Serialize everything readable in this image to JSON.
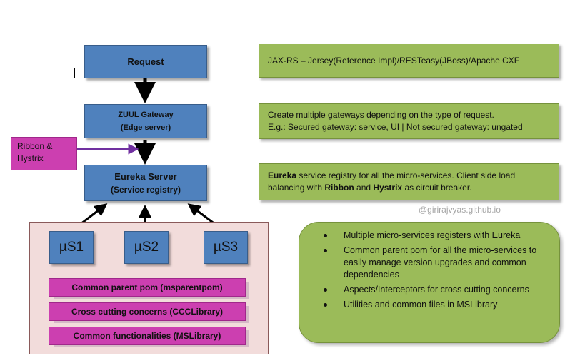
{
  "request": {
    "title": "Request"
  },
  "zuul": {
    "line1": "ZUUL Gateway",
    "line2": "(Edge server)"
  },
  "eureka": {
    "line1": "Eureka Server",
    "line2": "(Service registry)"
  },
  "ribbon": {
    "line1": "Ribbon &",
    "line2": "Hystrix"
  },
  "notes": {
    "jaxrs": "JAX-RS – Jersey(Reference Impl)/RESTeasy(JBoss)/Apache CXF",
    "gateway_line1": "Create multiple gateways depending on the type of request.",
    "gateway_line2": "E.g.: Secured gateway: service, UI | Not secured gateway:  ungated",
    "eureka_bold1": "Eureka",
    "eureka_text1": " service registry for all the micro-services. Client side load",
    "eureka_text2": "balancing with ",
    "eureka_bold2": "Ribbon",
    "eureka_text3": " and ",
    "eureka_bold3": "Hystrix",
    "eureka_text4": " as circuit breaker."
  },
  "watermark": "@girirajvyas.github.io",
  "services": [
    {
      "label": "µS1"
    },
    {
      "label": "µS2"
    },
    {
      "label": "µS3"
    }
  ],
  "libraries": [
    {
      "label": "Common parent pom (msparentpom)"
    },
    {
      "label": "Cross cutting concerns (CCCLibrary)"
    },
    {
      "label": "Common functionalities (MSLibrary)"
    }
  ],
  "bullets": [
    "Multiple micro-services registers with Eureka",
    "Common parent pom for all the micro-services to easily manage version upgrades and common dependencies",
    "Aspects/Interceptors for cross cutting concerns",
    "Utilities and common files in MSLibrary"
  ],
  "colors": {
    "blue_box": "#4f81bd",
    "green_note": "#9bbb59",
    "magenta": "#cc3fb0",
    "pink_container": "#f2dcdb",
    "ribbon_arrow": "#7030a0"
  }
}
